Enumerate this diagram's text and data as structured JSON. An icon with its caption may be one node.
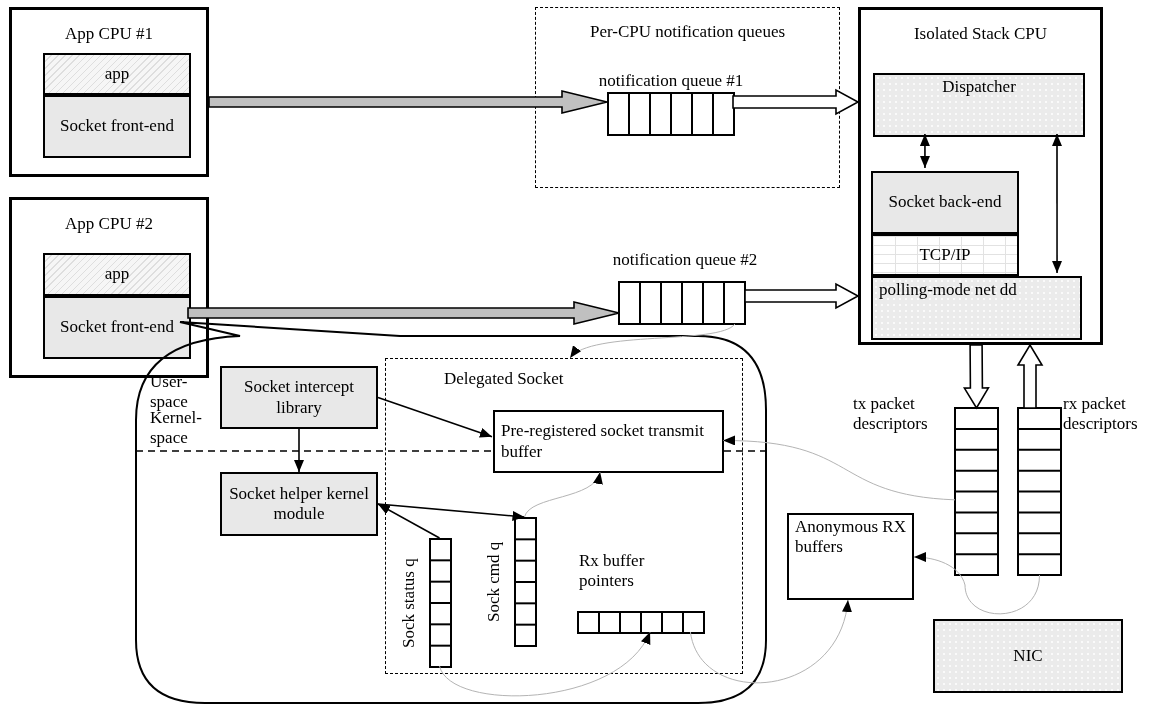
{
  "diagram": {
    "nodes": [
      {
        "text": [
          "App CPU #1"
        ]
      },
      {
        "text": [
          "app"
        ],
        "in": 0
      },
      {
        "text": [
          "Socket front-end"
        ],
        "in": 0
      },
      {
        "text": [
          "Per-CPU notification queues"
        ]
      },
      {
        "text": [
          "notification queue #1"
        ],
        "in": 3
      },
      {
        "text": [
          "Isolated Stack CPU"
        ]
      },
      {
        "text": [
          "Dispatcher"
        ],
        "in": 5
      },
      {
        "text": [
          "Socket back-end"
        ],
        "in": 5
      },
      {
        "text": [
          "TCP/IP"
        ],
        "in": 5
      },
      {
        "text": [
          "polling-mode net dd"
        ],
        "in": 5
      },
      {
        "text": [
          "App CPU #2"
        ]
      },
      {
        "text": [
          "app"
        ],
        "in": 10
      },
      {
        "text": [
          "Socket front-end"
        ],
        "in": 10
      },
      {
        "text": [
          "notification queue #2"
        ]
      },
      {
        "text": [
          "User- space",
          "Kernel- space"
        ]
      },
      {
        "text": [
          "Socket intercept library"
        ],
        "in": 14
      },
      {
        "text": [
          "Delegated Socket"
        ],
        "in": 14
      },
      {
        "text": [
          "Pre-registered socket transmit buffer"
        ],
        "in": 16
      },
      {
        "text": [
          "Socket helper kernel module"
        ],
        "in": 14
      },
      {
        "text": [
          "Sock status q"
        ],
        "in": 16
      },
      {
        "text": [
          "Sock cmd q"
        ],
        "in": 16
      },
      {
        "text": [
          "Rx buffer pointers"
        ],
        "in": 16
      },
      {
        "text": [
          "tx packet descriptors"
        ]
      },
      {
        "text": [
          "rx packet descriptors"
        ]
      },
      {
        "text": [
          "Anonymous RX buffers"
        ]
      },
      {
        "text": [
          "NIC"
        ]
      }
    ],
    "edges": [
      {
        "from": 0,
        "to": 4,
        "arrow": "to",
        "style": "thick",
        "color": "#c0c0c0"
      },
      {
        "from": 4,
        "to": 5,
        "arrow": "to",
        "style": "thick"
      },
      {
        "from": 12,
        "to": 13,
        "arrow": "to",
        "style": "thick",
        "color": "#c0c0c0"
      },
      {
        "from": 13,
        "to": 5,
        "arrow": "to",
        "style": "thick"
      },
      {
        "from": 6,
        "to": 7,
        "arrow": "both"
      },
      {
        "from": 6,
        "to": 9,
        "arrow": "both"
      },
      {
        "from": 5,
        "to": 22,
        "arrow": "to",
        "style": "thick"
      },
      {
        "from": 23,
        "to": 5,
        "arrow": "to",
        "style": "thick"
      },
      {
        "from": 15,
        "to": 17,
        "arrow": "to"
      },
      {
        "from": 15,
        "to": 18,
        "arrow": "to"
      },
      {
        "from": 19,
        "to": 18,
        "arrow": "to"
      },
      {
        "from": 18,
        "to": 20,
        "arrow": "to"
      },
      {
        "from": 13,
        "to": 16,
        "arrow": "to",
        "color": "#b4b4b4"
      },
      {
        "from": 20,
        "to": 17,
        "arrow": "to",
        "color": "#b4b4b4"
      },
      {
        "from": 22,
        "to": 17,
        "arrow": "to",
        "color": "#b4b4b4"
      },
      {
        "from": 19,
        "to": 21,
        "arrow": "to",
        "color": "#b4b4b4"
      },
      {
        "from": 21,
        "to": 24,
        "arrow": "to",
        "color": "#b4b4b4"
      },
      {
        "from": 23,
        "to": 24,
        "arrow": "to",
        "color": "#b4b4b4"
      }
    ]
  }
}
